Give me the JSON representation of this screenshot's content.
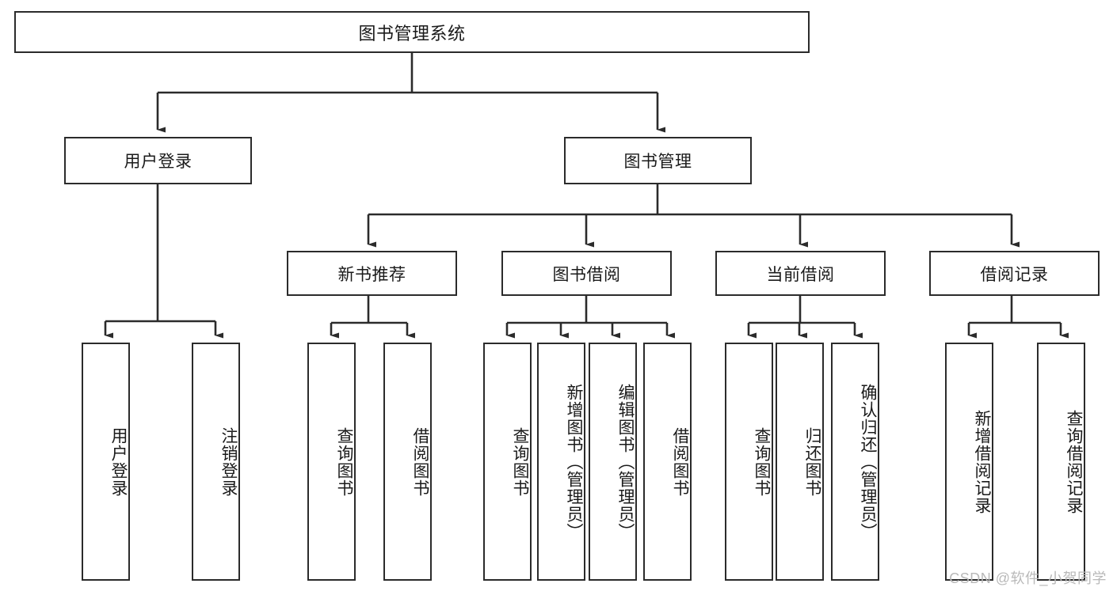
{
  "diagram": {
    "type": "tree-flowchart",
    "title_node": {
      "label": "图书管理系统"
    },
    "level2": [
      {
        "id": "user-login",
        "label": "用户登录"
      },
      {
        "id": "book-management",
        "label": "图书管理"
      }
    ],
    "level3": [
      {
        "id": "new-book-recommend",
        "label": "新书推荐",
        "parent": "book-management"
      },
      {
        "id": "book-borrow",
        "label": "图书借阅",
        "parent": "book-management"
      },
      {
        "id": "current-borrow",
        "label": "当前借阅",
        "parent": "book-management"
      },
      {
        "id": "borrow-record",
        "label": "借阅记录",
        "parent": "book-management"
      }
    ],
    "leaves": [
      {
        "id": "leaf-user-login",
        "label": "用户登录",
        "parent": "user-login"
      },
      {
        "id": "leaf-logout-login",
        "label": "注销登录",
        "parent": "user-login"
      },
      {
        "id": "leaf-query-book-1",
        "label": "查询图书",
        "parent": "new-book-recommend"
      },
      {
        "id": "leaf-borrow-book-1",
        "label": "借阅图书",
        "parent": "new-book-recommend"
      },
      {
        "id": "leaf-query-book-2",
        "label": "查询图书",
        "parent": "book-borrow"
      },
      {
        "id": "leaf-add-book",
        "label": "新增图书（管理员）",
        "parent": "book-borrow"
      },
      {
        "id": "leaf-edit-book",
        "label": "编辑图书（管理员）",
        "parent": "book-borrow"
      },
      {
        "id": "leaf-borrow-book-2",
        "label": "借阅图书",
        "parent": "book-borrow"
      },
      {
        "id": "leaf-query-book-3",
        "label": "查询图书",
        "parent": "current-borrow"
      },
      {
        "id": "leaf-return-book",
        "label": "归还图书",
        "parent": "current-borrow"
      },
      {
        "id": "leaf-confirm-return",
        "label": "确认归还（管理员）",
        "parent": "current-borrow"
      },
      {
        "id": "leaf-add-borrow-record",
        "label": "新增借阅记录",
        "parent": "borrow-record"
      },
      {
        "id": "leaf-query-borrow-record",
        "label": "查询借阅记录",
        "parent": "borrow-record"
      }
    ],
    "colors": {
      "stroke": "#2b2b2b",
      "fill": "#ffffff",
      "text": "#1a1a1a",
      "watermark": "#b9b9b9"
    }
  },
  "watermark": {
    "text": "CSDN @软件_小贺同学"
  }
}
